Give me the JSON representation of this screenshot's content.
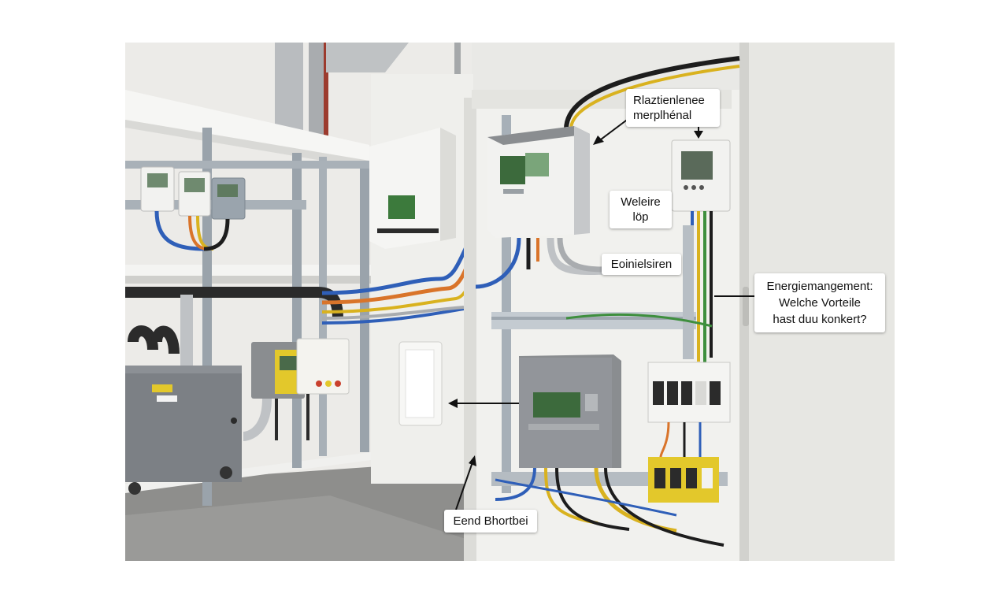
{
  "callouts": {
    "top": "Rlaztienlenee\nmerplhénal",
    "mid": "Weleire\nlöp",
    "small": "Eoinielsiren",
    "right": "Energiemangement:\nWelche Vorteile\nhast duu konkert?",
    "bottom": "Eend Bhortbei"
  },
  "device_labels": {
    "heatpump_label": "",
    "controller_brand": ""
  },
  "colors": {
    "wall": "#ebebe8",
    "cabinet": "#f0f0ee",
    "floor": "#8f8f8f",
    "device_gray": "#8a8d90",
    "cable_blue": "#2f5fb8",
    "cable_orange": "#d9742a",
    "cable_yellow": "#d9b21f",
    "cable_green": "#3e8f3e",
    "screen_green": "#3c7a3c",
    "breaker_yellow": "#e3c82b"
  }
}
